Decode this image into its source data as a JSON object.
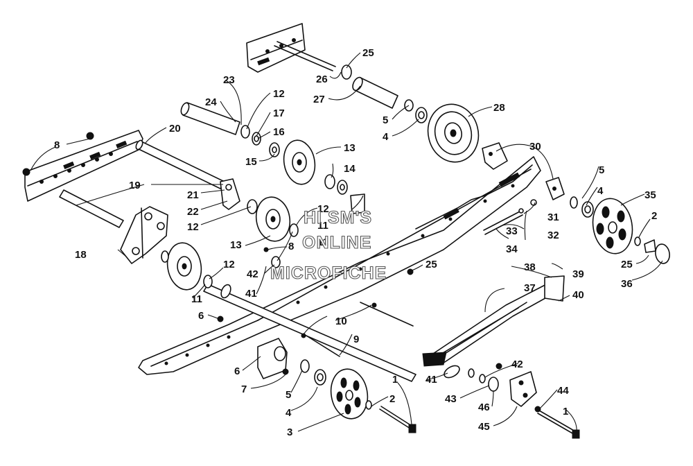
{
  "diagram": {
    "callouts": [
      {
        "id": "c1",
        "text": "25"
      },
      {
        "id": "c2",
        "text": "26"
      },
      {
        "id": "c3",
        "text": "27"
      },
      {
        "id": "c4",
        "text": "23"
      },
      {
        "id": "c5",
        "text": "24"
      },
      {
        "id": "c6",
        "text": "12"
      },
      {
        "id": "c7",
        "text": "17"
      },
      {
        "id": "c8",
        "text": "16"
      },
      {
        "id": "c9",
        "text": "15"
      },
      {
        "id": "c10",
        "text": "5"
      },
      {
        "id": "c11",
        "text": "4"
      },
      {
        "id": "c12",
        "text": "28"
      },
      {
        "id": "c13",
        "text": "20"
      },
      {
        "id": "c14",
        "text": "8"
      },
      {
        "id": "c15",
        "text": "13"
      },
      {
        "id": "c16",
        "text": "14"
      },
      {
        "id": "c17",
        "text": "30"
      },
      {
        "id": "c18",
        "text": "19"
      },
      {
        "id": "c19",
        "text": "21"
      },
      {
        "id": "c20",
        "text": "22"
      },
      {
        "id": "c21",
        "text": "12"
      },
      {
        "id": "c22",
        "text": "5"
      },
      {
        "id": "c23",
        "text": "4"
      },
      {
        "id": "c24",
        "text": "35"
      },
      {
        "id": "c25",
        "text": "12"
      },
      {
        "id": "c26",
        "text": "11"
      },
      {
        "id": "c27",
        "text": "33"
      },
      {
        "id": "c28",
        "text": "31"
      },
      {
        "id": "c29",
        "text": "2"
      },
      {
        "id": "c30",
        "text": "18"
      },
      {
        "id": "c31",
        "text": "13"
      },
      {
        "id": "c32",
        "text": "8"
      },
      {
        "id": "c33",
        "text": "11"
      },
      {
        "id": "c34",
        "text": "34"
      },
      {
        "id": "c35",
        "text": "32"
      },
      {
        "id": "c36",
        "text": "12"
      },
      {
        "id": "c37",
        "text": "42"
      },
      {
        "id": "c38",
        "text": "25"
      },
      {
        "id": "c39",
        "text": "25"
      },
      {
        "id": "c40",
        "text": "38"
      },
      {
        "id": "c41",
        "text": "39"
      },
      {
        "id": "c42",
        "text": "36"
      },
      {
        "id": "c43",
        "text": "41"
      },
      {
        "id": "c44",
        "text": "11"
      },
      {
        "id": "c45",
        "text": "37"
      },
      {
        "id": "c46",
        "text": "40"
      },
      {
        "id": "c47",
        "text": "6"
      },
      {
        "id": "c48",
        "text": "10"
      },
      {
        "id": "c49",
        "text": "9"
      },
      {
        "id": "c50",
        "text": "6"
      },
      {
        "id": "c51",
        "text": "7"
      },
      {
        "id": "c52",
        "text": "5"
      },
      {
        "id": "c53",
        "text": "4"
      },
      {
        "id": "c54",
        "text": "3"
      },
      {
        "id": "c55",
        "text": "1"
      },
      {
        "id": "c56",
        "text": "2"
      },
      {
        "id": "c57",
        "text": "42"
      },
      {
        "id": "c58",
        "text": "41"
      },
      {
        "id": "c59",
        "text": "43"
      },
      {
        "id": "c60",
        "text": "46"
      },
      {
        "id": "c61",
        "text": "45"
      },
      {
        "id": "c62",
        "text": "44"
      },
      {
        "id": "c63",
        "text": "1"
      }
    ]
  },
  "watermark": {
    "line1": "HI SM'S",
    "line2": "ONLINE",
    "line3": "MICROFICHE"
  }
}
